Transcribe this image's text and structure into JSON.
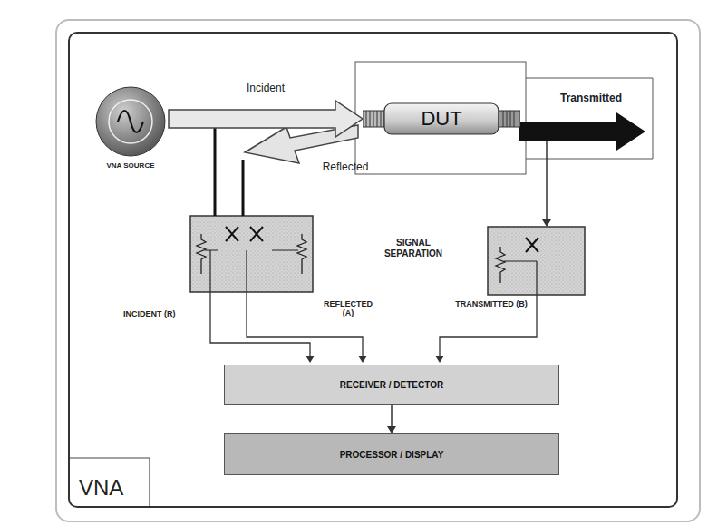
{
  "diagram": {
    "nodes": [
      {
        "text": [
          "VNA"
        ]
      },
      {
        "text": [
          "VNA SOURCE"
        ],
        "in": 0
      },
      {
        "text": [
          "DUT"
        ],
        "in": 0
      },
      {
        "text": [
          "RECEIVER / DETECTOR"
        ],
        "in": 0
      },
      {
        "text": [
          "PROCESSOR / DISPLAY"
        ],
        "in": 0
      }
    ],
    "edges": [
      {
        "from": 1,
        "to": 2,
        "label": "Incident",
        "arrow": "to"
      },
      {
        "from": 3,
        "to": 4,
        "arrow": "to"
      }
    ],
    "labels": [
      "Reflected",
      "Transmitted",
      "SIGNAL SEPARATION",
      "INCIDENT (R)",
      "REFLECTED (A)",
      "TRANSMITTED (B)"
    ]
  }
}
